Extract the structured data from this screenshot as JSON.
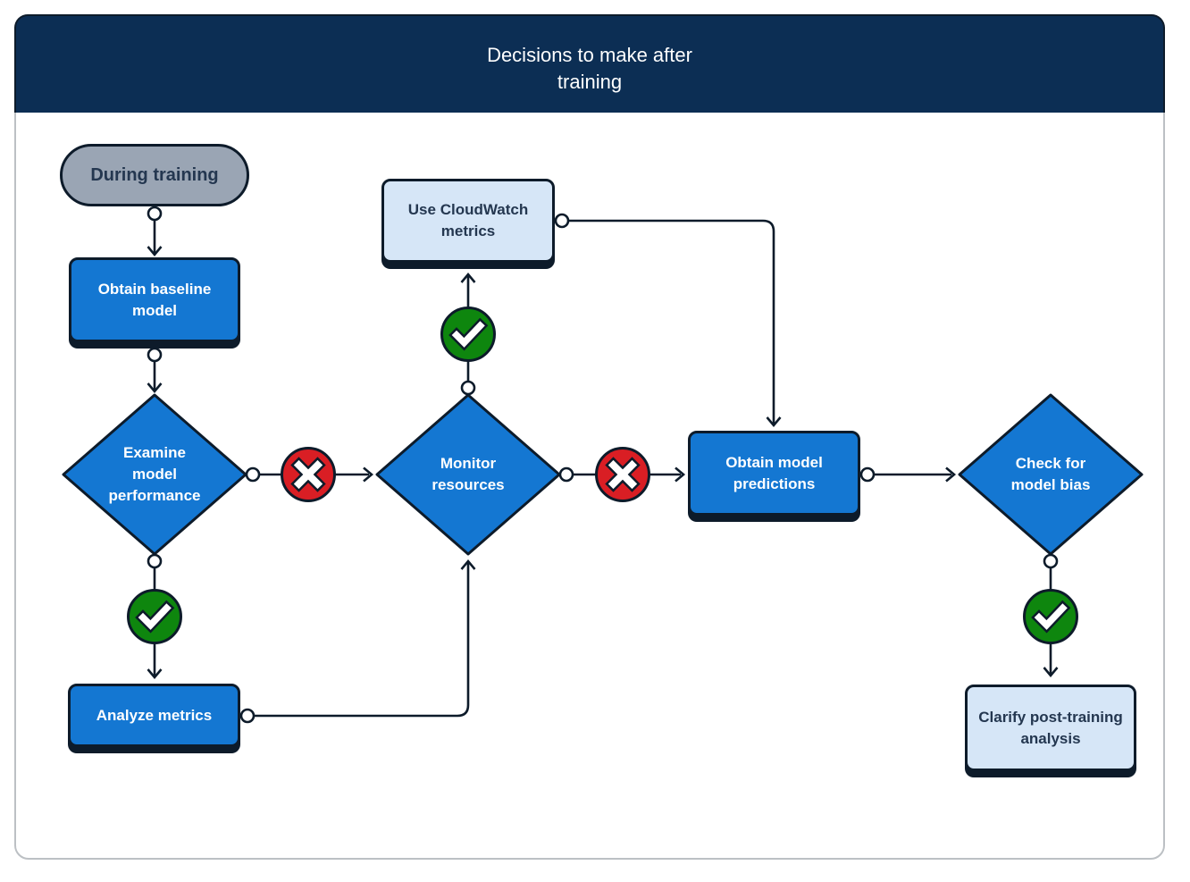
{
  "header": {
    "title": "Decisions to make after\ntraining"
  },
  "nodes": {
    "during_training": {
      "label": "During training",
      "type": "terminator"
    },
    "obtain_baseline": {
      "label": "Obtain baseline\nmodel",
      "type": "process"
    },
    "examine_performance": {
      "label": "Examine\nmodel\nperformance",
      "type": "decision"
    },
    "analyze_metrics": {
      "label": "Analyze metrics",
      "type": "process"
    },
    "use_cloudwatch": {
      "label": "Use CloudWatch\nmetrics",
      "type": "process-alt"
    },
    "monitor_resources": {
      "label": "Monitor\nresources",
      "type": "decision"
    },
    "obtain_predictions": {
      "label": "Obtain model\npredictions",
      "type": "process"
    },
    "check_bias": {
      "label": "Check for\nmodel bias",
      "type": "decision"
    },
    "clarify_post_training": {
      "label": "Clarify post-training\nanalysis",
      "type": "process-alt"
    }
  },
  "edges": [
    {
      "from": "during_training",
      "to": "obtain_baseline",
      "decision": null
    },
    {
      "from": "obtain_baseline",
      "to": "examine_performance",
      "decision": null
    },
    {
      "from": "examine_performance",
      "to": "monitor_resources",
      "decision": "failure"
    },
    {
      "from": "examine_performance",
      "to": "analyze_metrics",
      "decision": "success"
    },
    {
      "from": "analyze_metrics",
      "to": "monitor_resources",
      "decision": null
    },
    {
      "from": "monitor_resources",
      "to": "use_cloudwatch",
      "decision": "success"
    },
    {
      "from": "monitor_resources",
      "to": "obtain_predictions",
      "decision": "failure"
    },
    {
      "from": "use_cloudwatch",
      "to": "obtain_predictions",
      "decision": null
    },
    {
      "from": "obtain_predictions",
      "to": "check_bias",
      "decision": null
    },
    {
      "from": "check_bias",
      "to": "clarify_post_training",
      "decision": "success"
    }
  ],
  "icons": {
    "success": {
      "name": "check-circle-icon",
      "color": "#0e860e"
    },
    "failure": {
      "name": "x-circle-icon",
      "color": "#d91e24"
    },
    "connector": {
      "name": "connection-dot",
      "color": "#ffffff"
    }
  },
  "colors": {
    "header_bg": "#0c2e54",
    "node_blue": "#1477d2",
    "node_light_blue": "#d6e6f7",
    "node_gray": "#9aa5b4",
    "success_green": "#0e860e",
    "failure_red": "#d91e24",
    "stroke": "#0d1b2a",
    "card_border": "#bcc0c4",
    "text_dark": "#243750",
    "text_light": "#ffffff"
  }
}
